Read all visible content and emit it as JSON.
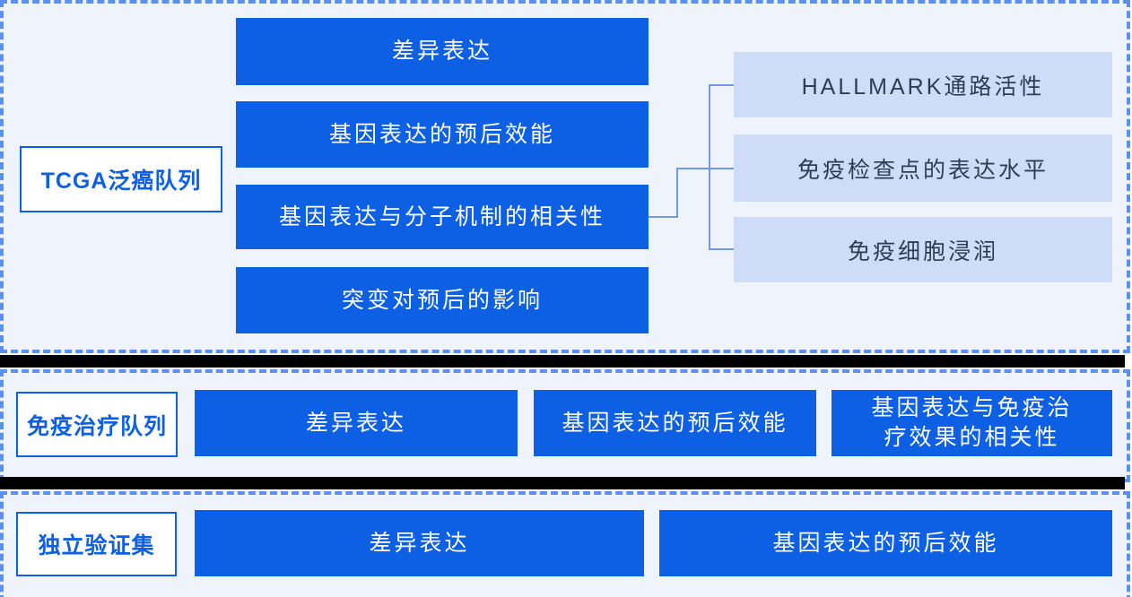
{
  "diagram_title": "Study design flowchart",
  "colors": {
    "accent_blue": "#0d60e4",
    "dashed_border_blue": "#5c8ff2",
    "panel_background": "#eff3fb",
    "light_box_blue": "#cedcf7",
    "light_box_text": "#2e3d54",
    "connector_blue": "#6f9ae8",
    "divider_black": "#000000",
    "box_text_white": "#ffffff"
  },
  "sections": {
    "tcga": {
      "label": "TCGA泛癌队列",
      "boxes": [
        "差异表达",
        "基因表达的预后效能",
        "基因表达与分子机制的相关性",
        "突变对预后的影响"
      ],
      "sub_boxes": [
        "HALLMARK通路活性",
        "免疫检查点的表达水平",
        "免疫细胞浸润"
      ]
    },
    "immuno": {
      "label": "免疫治疗队列",
      "boxes": [
        "差异表达",
        "基因表达的预后效能",
        "基因表达与免疫治\n疗效果的相关性"
      ]
    },
    "validation": {
      "label": "独立验证集",
      "boxes": [
        "差异表达",
        "基因表达的预后效能"
      ]
    }
  }
}
